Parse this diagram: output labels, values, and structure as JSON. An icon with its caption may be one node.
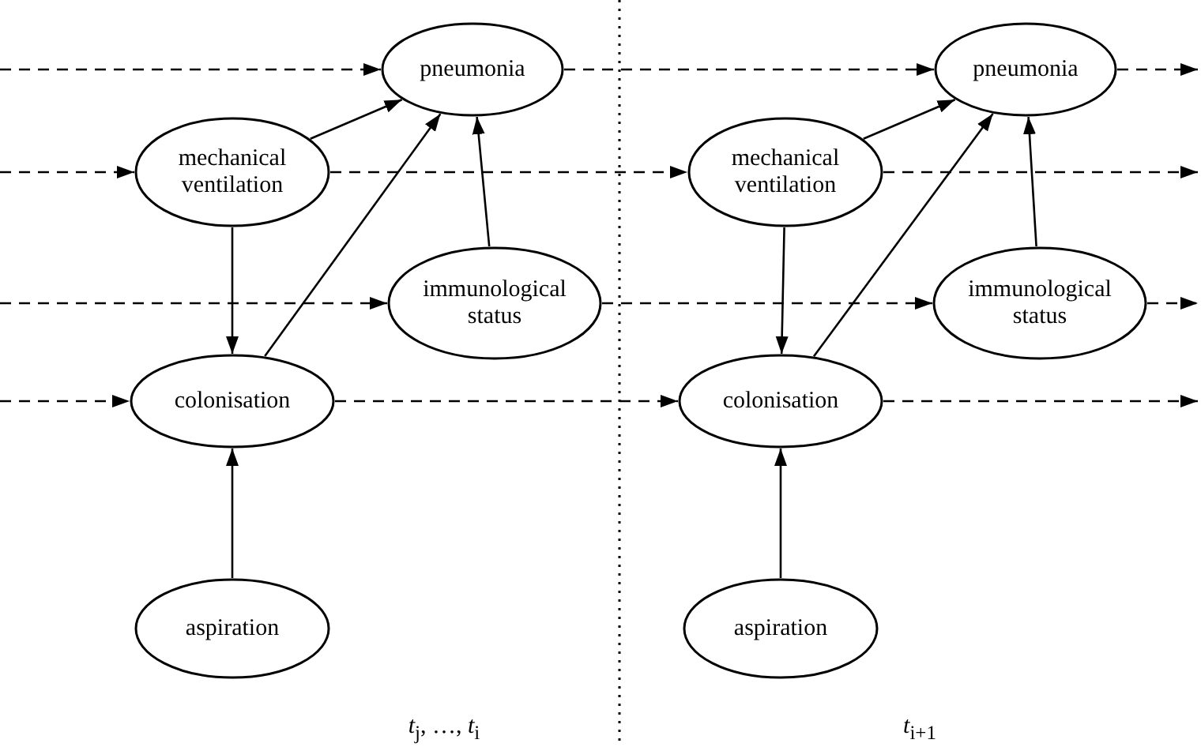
{
  "diagram": {
    "nodes": [
      {
        "text": [
          "pneumonia"
        ]
      },
      {
        "text": [
          "mechanical ventilation"
        ]
      },
      {
        "text": [
          "immunological status"
        ]
      },
      {
        "text": [
          "colonisation"
        ]
      },
      {
        "text": [
          "aspiration"
        ]
      },
      {
        "text": [
          "pneumonia"
        ]
      },
      {
        "text": [
          "mechanical ventilation"
        ]
      },
      {
        "text": [
          "immunological status"
        ]
      },
      {
        "text": [
          "colonisation"
        ]
      },
      {
        "text": [
          "aspiration"
        ]
      }
    ],
    "edges": [
      {
        "from": null,
        "to": 0,
        "arrow": "to",
        "style": "dashed"
      },
      {
        "from": null,
        "to": 1,
        "arrow": "to",
        "style": "dashed"
      },
      {
        "from": null,
        "to": 2,
        "arrow": "to",
        "style": "dashed"
      },
      {
        "from": null,
        "to": 3,
        "arrow": "to",
        "style": "dashed"
      },
      {
        "from": 1,
        "to": 0,
        "arrow": "to"
      },
      {
        "from": 3,
        "to": 0,
        "arrow": "to"
      },
      {
        "from": 2,
        "to": 0,
        "arrow": "to"
      },
      {
        "from": 1,
        "to": 3,
        "arrow": "to"
      },
      {
        "from": 4,
        "to": 3,
        "arrow": "to"
      },
      {
        "from": 0,
        "to": 5,
        "arrow": "to",
        "style": "dashed"
      },
      {
        "from": 1,
        "to": 6,
        "arrow": "to",
        "style": "dashed"
      },
      {
        "from": 2,
        "to": 7,
        "arrow": "to",
        "style": "dashed"
      },
      {
        "from": 3,
        "to": 8,
        "arrow": "to",
        "style": "dashed"
      },
      {
        "from": 6,
        "to": 5,
        "arrow": "to"
      },
      {
        "from": 8,
        "to": 5,
        "arrow": "to"
      },
      {
        "from": 7,
        "to": 5,
        "arrow": "to"
      },
      {
        "from": 6,
        "to": 8,
        "arrow": "to"
      },
      {
        "from": 9,
        "to": 8,
        "arrow": "to"
      },
      {
        "from": 5,
        "to": null,
        "arrow": "to",
        "style": "dashed"
      },
      {
        "from": 6,
        "to": null,
        "arrow": "to",
        "style": "dashed"
      },
      {
        "from": 7,
        "to": null,
        "arrow": "to",
        "style": "dashed"
      },
      {
        "from": 8,
        "to": null,
        "arrow": "to",
        "style": "dashed"
      }
    ],
    "labels": [
      "*t*$_{j}$, …, *t*$_{i}$",
      "*t*$_{i+1}$"
    ]
  }
}
